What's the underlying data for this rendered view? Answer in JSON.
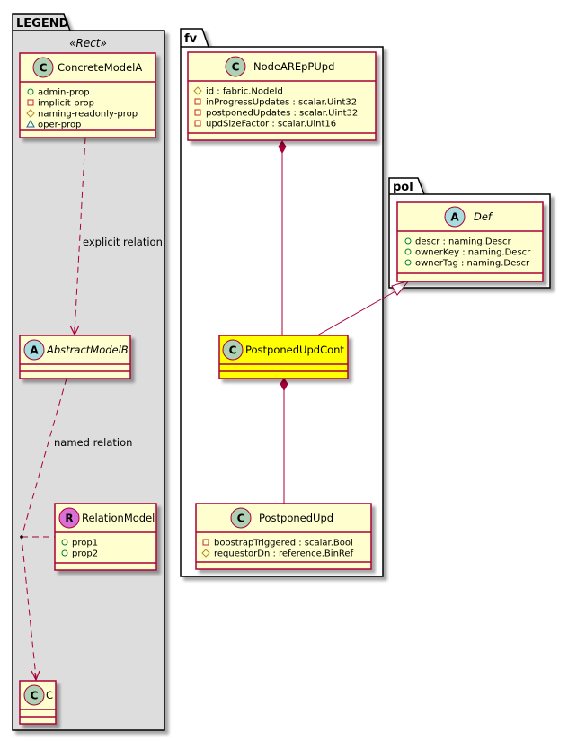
{
  "colors": {
    "class_fill": "#FEFECE",
    "class_border": "#A80036",
    "highlight_fill": "#FFFF00",
    "legend_fill": "#DDDDDD",
    "class_circle": "#ADD1B2",
    "abstract_circle": "#A9DCDF",
    "relation_circle": "#DA70D6",
    "public_marker": "#038048",
    "private_marker": "#C82930",
    "protected_marker": "#B38D22",
    "package_marker": "#1963A0"
  },
  "packages": {
    "legend": {
      "title": "LEGEND",
      "stereotype": "«Rect»"
    },
    "fv": {
      "title": "fv"
    },
    "pol": {
      "title": "pol"
    }
  },
  "classes": {
    "concrete_model_a": {
      "name": "ConcreteModelA",
      "kind": "C",
      "attributes": [
        {
          "visibility": "public",
          "text": "admin-prop"
        },
        {
          "visibility": "private",
          "text": "implicit-prop"
        },
        {
          "visibility": "protected",
          "text": "naming-readonly-prop"
        },
        {
          "visibility": "package",
          "text": "oper-prop"
        }
      ]
    },
    "abstract_model_b": {
      "name": "AbstractModelB",
      "kind": "A",
      "attributes": []
    },
    "relation_model": {
      "name": "RelationModel",
      "kind": "R",
      "attributes": [
        {
          "visibility": "public",
          "text": "prop1"
        },
        {
          "visibility": "public",
          "text": "prop2"
        }
      ]
    },
    "c": {
      "name": "C",
      "kind": "C",
      "attributes": []
    },
    "node_arep_pupd": {
      "name": "NodeAREpPUpd",
      "kind": "C",
      "attributes": [
        {
          "visibility": "protected",
          "text": "id : fabric.NodeId"
        },
        {
          "visibility": "private",
          "text": "inProgressUpdates : scalar.Uint32"
        },
        {
          "visibility": "private",
          "text": "postponedUpdates : scalar.Uint32"
        },
        {
          "visibility": "private",
          "text": "updSizeFactor : scalar.Uint16"
        }
      ]
    },
    "postponed_upd_cont": {
      "name": "PostponedUpdCont",
      "kind": "C",
      "attributes": [],
      "highlighted": true
    },
    "postponed_upd": {
      "name": "PostponedUpd",
      "kind": "C",
      "attributes": [
        {
          "visibility": "private",
          "text": "boostrapTriggered : scalar.Bool"
        },
        {
          "visibility": "protected",
          "text": "requestorDn : reference.BinRef"
        }
      ]
    },
    "def": {
      "name": "Def",
      "kind": "A",
      "attributes": [
        {
          "visibility": "public",
          "text": "descr : naming.Descr"
        },
        {
          "visibility": "public",
          "text": "ownerKey : naming.Descr"
        },
        {
          "visibility": "public",
          "text": "ownerTag : naming.Descr"
        }
      ]
    }
  },
  "relations": {
    "explicit": {
      "from": "ConcreteModelA",
      "to": "AbstractModelB",
      "type": "dependency",
      "label": "explicit relation"
    },
    "named": {
      "from": "AbstractModelB",
      "to": "C",
      "type": "dependency",
      "label": "named relation",
      "association_class": "RelationModel"
    },
    "node_to_cont": {
      "from": "NodeAREpPUpd",
      "to": "PostponedUpdCont",
      "type": "composition",
      "label": ""
    },
    "cont_to_def": {
      "from": "PostponedUpdCont",
      "to": "Def",
      "type": "inheritance",
      "label": ""
    },
    "cont_to_upd": {
      "from": "PostponedUpdCont",
      "to": "PostponedUpd",
      "type": "composition",
      "label": ""
    }
  }
}
